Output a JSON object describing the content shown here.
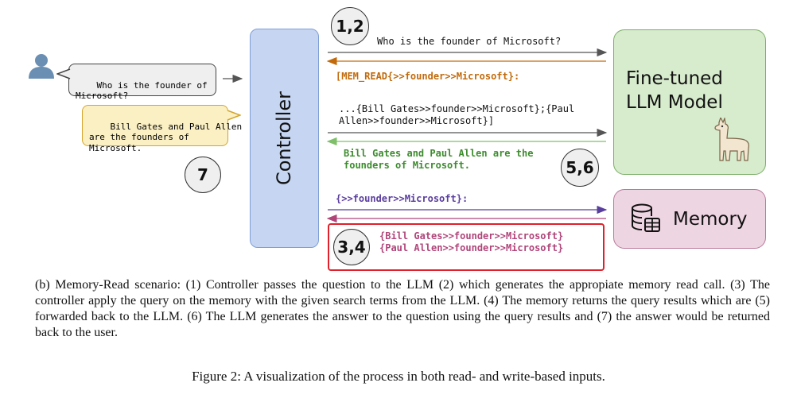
{
  "diagram": {
    "step_labels": {
      "s12": "1,2",
      "s34": "3,4",
      "s56": "5,6",
      "s7": "7"
    },
    "user_question": "Who is the founder of\nMicrosoft?",
    "answer_to_user": "Bill Gates and Paul Allen\nare the founders of\nMicrosoft.",
    "controller_label": "Controller",
    "llm_label": "Fine-tuned\nLLM Model",
    "memory_label": "Memory",
    "messages": {
      "question_to_llm": "Who is the founder of Microsoft?",
      "mem_read_call": "[MEM_READ{>>founder>>Microsoft}:",
      "context_to_llm": "...{Bill Gates>>founder>>Microsoft};{Paul\nAllen>>founder>>Microsoft}]",
      "llm_answer": "Bill Gates and Paul Allen are the\nfounders of Microsoft.",
      "memory_query": "{>>founder>>Microsoft}:",
      "memory_results": "{Bill Gates>>founder>>Microsoft}\n{Paul Allen>>founder>>Microsoft}"
    },
    "colors": {
      "controller_fill": "#c6d6f2",
      "llm_fill": "#d7ebcd",
      "memory_fill": "#eed5e2",
      "mem_read_text": "#c26a0a",
      "llm_answer_text": "#3d8c2e",
      "memory_query_text": "#5a3e9e",
      "memory_results_text": "#b0457a",
      "highlight_border": "#e0202a"
    },
    "icons": [
      "user-icon",
      "llama-icon",
      "database-icon"
    ]
  },
  "captions": {
    "subcaption": "(b) Memory-Read scenario: (1) Controller passes the question to the LLM (2) which generates the appropiate memory read call. (3) The controller apply the query on the memory with the given search terms from the LLM. (4) The memory returns the query results which are (5) forwarded back to the LLM. (6) The LLM generates the answer to the question using the query results and (7) the answer would be returned back to the user.",
    "figure_caption": "Figure 2: A visualization of the process in both read- and write-based inputs."
  }
}
